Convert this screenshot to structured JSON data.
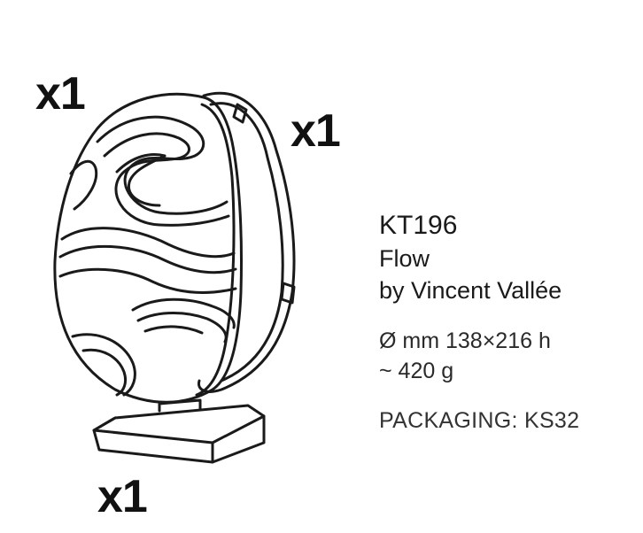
{
  "quantities": {
    "egg_front": "x1",
    "egg_back": "x1",
    "base": "x1"
  },
  "product": {
    "code": "KT196",
    "name": "Flow",
    "designer": "by Vincent Vallée",
    "dimensions": "Ø mm 138×216 h",
    "weight": "~ 420 g",
    "packaging": "PACKAGING: KS32"
  },
  "colors": {
    "ink": "#1a1a1a",
    "background": "#ffffff"
  }
}
